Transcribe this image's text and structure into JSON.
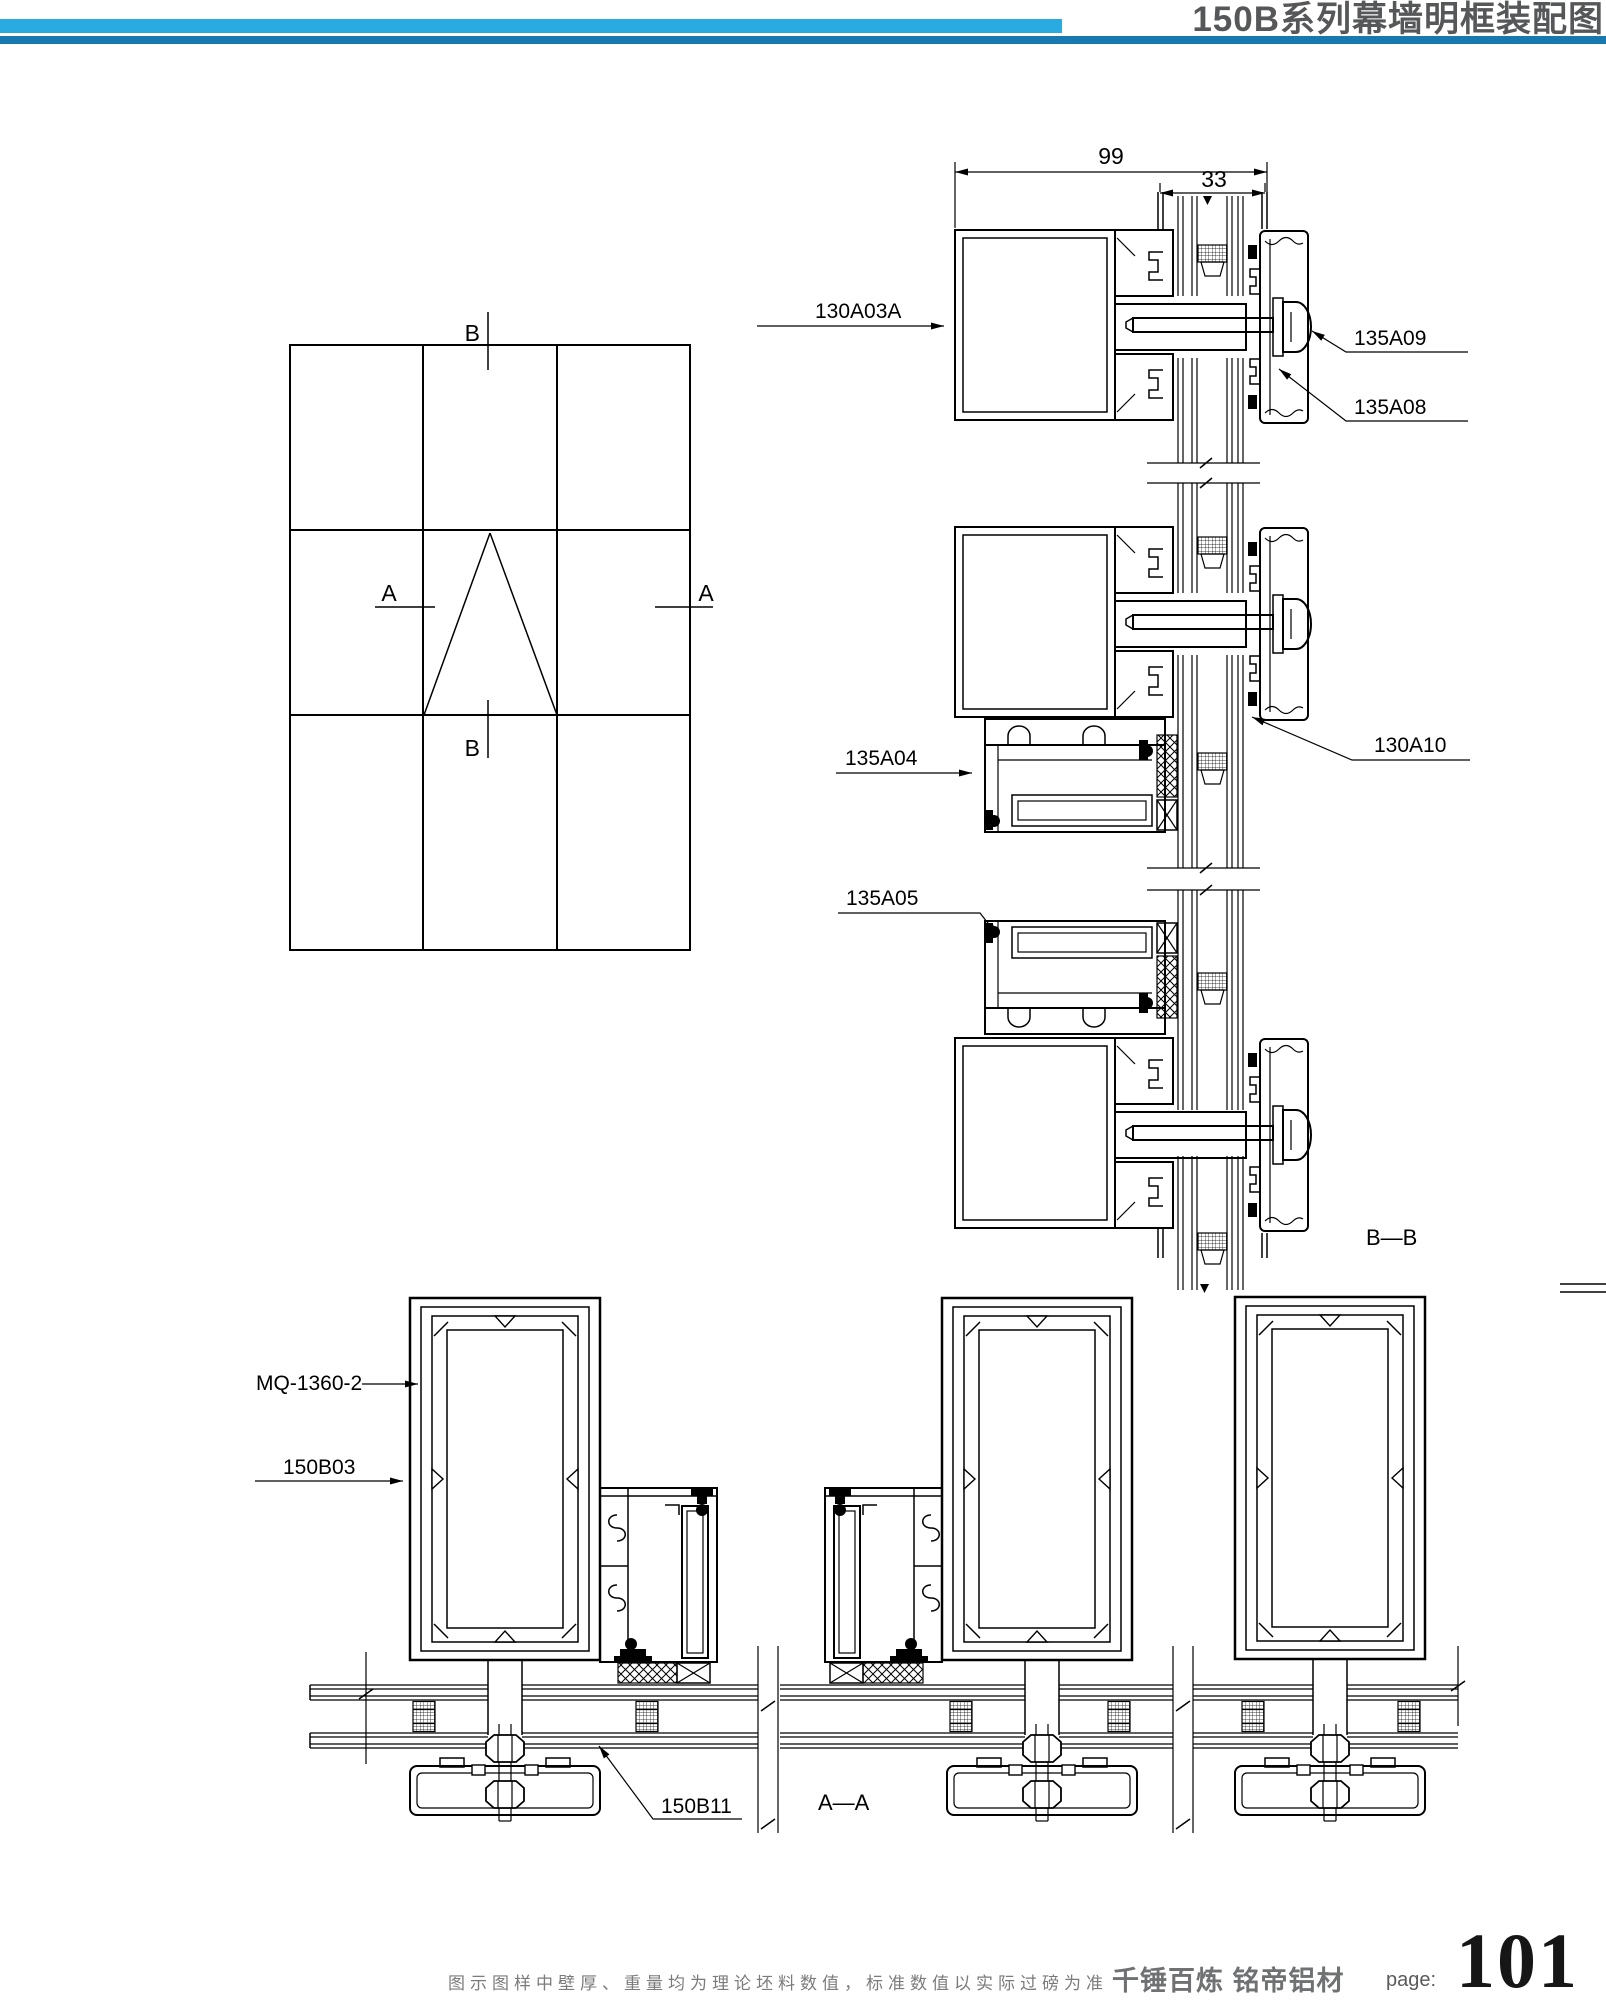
{
  "header": {
    "title": "150B系列幕墙明框装配图"
  },
  "elevation": {
    "mark_b_top": "B",
    "mark_b_bottom": "B",
    "mark_a_left": "A",
    "mark_a_right": "A"
  },
  "section_bb": {
    "title": "B—B",
    "dim_overall": "99",
    "dim_glazing": "33",
    "labels": {
      "l130a03a": "130A03A",
      "l135a09": "135A09",
      "l135a08": "135A08",
      "l135a04": "135A04",
      "l130a10": "130A10",
      "l135a05": "135A05"
    }
  },
  "section_aa": {
    "title": "A—A",
    "labels": {
      "mq": "MQ-1360-2",
      "l150b03": "150B03",
      "l150b11": "150B11"
    }
  },
  "footer": {
    "note": "图示图样中壁厚、重量均为理论坯料数值，标准数值以实际过磅为准",
    "brand": "千锤百炼  铭帝铝材",
    "page_label": "page:",
    "page_number": "101"
  },
  "colors": {
    "accent_light": "#29abe2",
    "accent_dark": "#1878b0",
    "line": "#000000",
    "title_gray": "#565759",
    "footer_gray": "#7b7b7b"
  }
}
